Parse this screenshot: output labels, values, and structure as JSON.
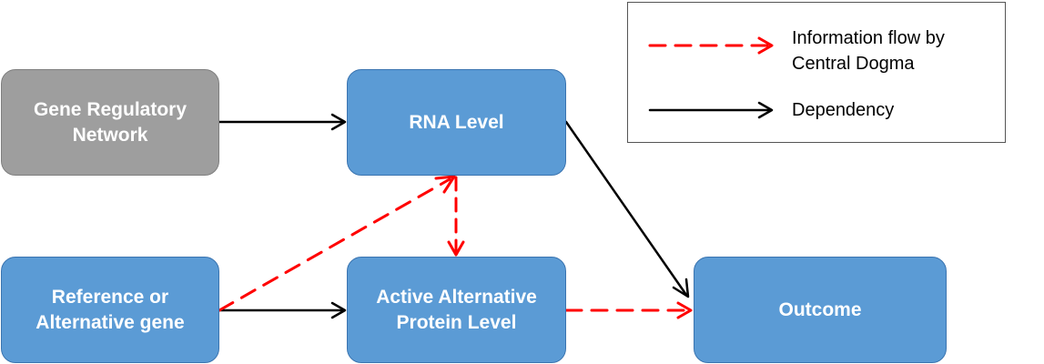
{
  "nodes": {
    "grn": {
      "line1": "Gene Regulatory",
      "line2": "Network"
    },
    "rna": {
      "line1": "RNA Level"
    },
    "ref": {
      "line1": "Reference or",
      "line2": "Alternative gene"
    },
    "protein": {
      "line1": "Active Alternative",
      "line2": "Protein Level"
    },
    "outcome": {
      "line1": "Outcome"
    }
  },
  "legend": {
    "info_line1": "Information flow by",
    "info_line2": "Central Dogma",
    "dependency": "Dependency"
  },
  "colors": {
    "node_blue": "#5b9bd5",
    "node_gray": "#9e9e9e",
    "info_flow_arrow": "#ff0000",
    "dependency_arrow": "#000000"
  }
}
